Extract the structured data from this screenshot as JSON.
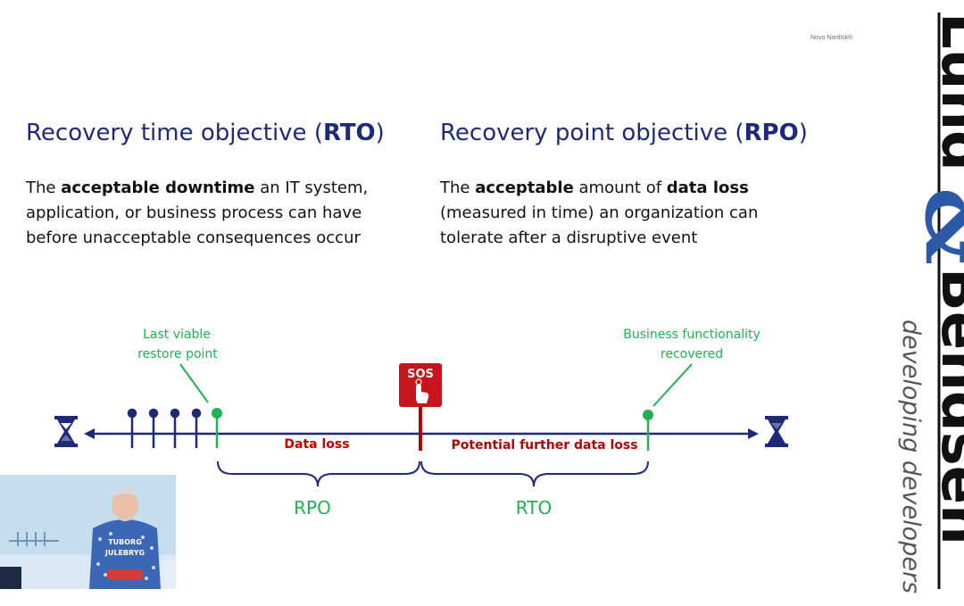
{
  "slide": {
    "brand": "Novo Nordisk®",
    "rto": {
      "title_pre": "Recovery time objective (",
      "title_bold": "RTO",
      "title_post": ")",
      "desc_1": "The ",
      "desc_2": "acceptable downtime",
      "desc_3": " an IT system, application, or business process can have before unacceptable consequences occur"
    },
    "rpo": {
      "title_pre": "Recovery point objective (",
      "title_bold": "RPO",
      "title_post": ")",
      "desc_1": "The ",
      "desc_2": "acceptable",
      "desc_3": " amount of ",
      "desc_4": "data loss",
      "desc_5": " (measured in time) an organization can tolerate after a disruptive event"
    }
  },
  "diagram": {
    "restore_label_1": "Last viable",
    "restore_label_2": "restore point",
    "recovered_label_1": "Business functionality",
    "recovered_label_2": "recovered",
    "sos_label": "SOS",
    "data_loss_label": "Data loss",
    "further_loss_label": "Potential  further data loss",
    "rpo_label": "RPO",
    "rto_label": "RTO"
  },
  "side_panel": {
    "logo_top": "Lund",
    "ampersand": "&",
    "logo_bottom": "Bendsen",
    "tagline": "developing developers"
  },
  "webcam": {
    "shirt_line_1": "TUBORG",
    "shirt_line_2": "JULEBRYG"
  },
  "colors": {
    "navy": "#1e2a78",
    "green": "#22b052",
    "red": "#b40000",
    "accent_blue": "#2d5aa8"
  }
}
